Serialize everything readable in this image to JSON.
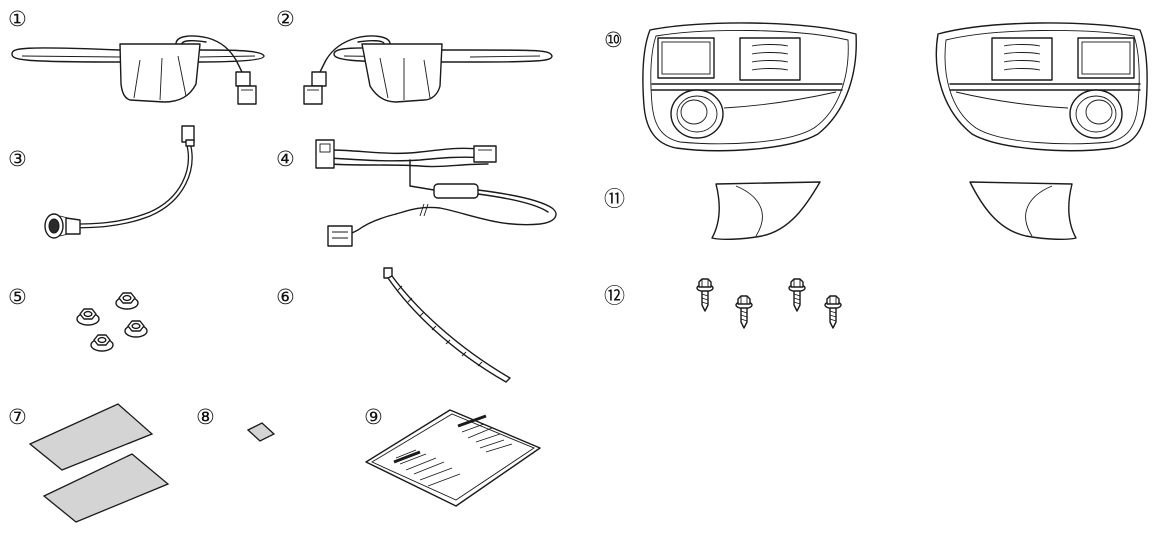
{
  "parts": [
    {
      "id": "p1",
      "number": "①"
    },
    {
      "id": "p2",
      "number": "②"
    },
    {
      "id": "p3",
      "number": "③"
    },
    {
      "id": "p4",
      "number": "④"
    },
    {
      "id": "p5",
      "number": "⑤"
    },
    {
      "id": "p6",
      "number": "⑥"
    },
    {
      "id": "p7",
      "number": "⑦"
    },
    {
      "id": "p8",
      "number": "⑧"
    },
    {
      "id": "p9",
      "number": "⑨"
    },
    {
      "id": "p10",
      "number": "⑩"
    },
    {
      "id": "p11",
      "number": "⑪"
    },
    {
      "id": "p12",
      "number": "⑫"
    }
  ],
  "colors": {
    "line": "#1a1a1a",
    "sheet_fill": "#d4d4d4",
    "background": "#ffffff"
  },
  "icons": [
    "lamp-bracket-right-icon",
    "lamp-bracket-left-icon",
    "switch-harness-icon",
    "main-harness-icon",
    "nut-icon",
    "cable-tie-icon",
    "sheet-icon",
    "small-sheet-icon",
    "instruction-manual-icon",
    "bezel-icon",
    "bezel-cover-icon",
    "bolt-icon"
  ]
}
